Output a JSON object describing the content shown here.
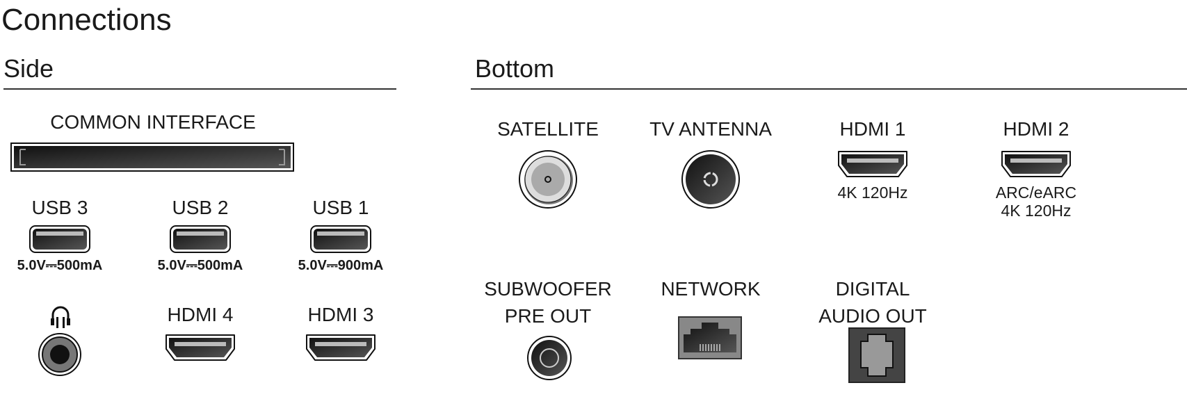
{
  "title": "Connections",
  "side": {
    "heading": "Side",
    "common_interface": "COMMON INTERFACE",
    "usb": [
      {
        "label": "USB 3",
        "spec": "5.0V⎓500mA"
      },
      {
        "label": "USB 2",
        "spec": "5.0V⎓500mA"
      },
      {
        "label": "USB 1",
        "spec": "5.0V⎓900mA"
      }
    ],
    "headphone_icon": "headphones-icon",
    "hdmi4": "HDMI 4",
    "hdmi3": "HDMI 3"
  },
  "bottom": {
    "heading": "Bottom",
    "satellite": "SATELLITE",
    "tv_antenna": "TV ANTENNA",
    "hdmi1": {
      "label": "HDMI 1",
      "note": "4K 120Hz"
    },
    "hdmi2": {
      "label": "HDMI 2",
      "note1": "ARC/eARC",
      "note2": "4K 120Hz"
    },
    "subwoofer1": "SUBWOOFER",
    "subwoofer2": "PRE OUT",
    "network": "NETWORK",
    "digital1": "DIGITAL",
    "digital2": "AUDIO OUT"
  }
}
